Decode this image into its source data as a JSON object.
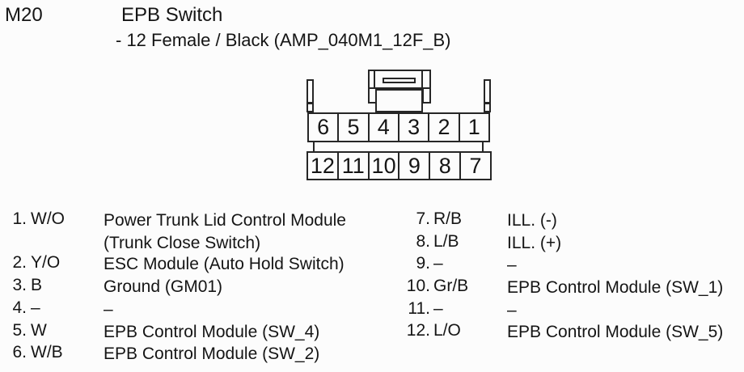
{
  "header": {
    "connector_id": "M20",
    "title": "EPB Switch",
    "subtitle": "- 12 Female / Black (AMP_040M1_12F_B)"
  },
  "connector": {
    "top_row_pins": [
      "6",
      "5",
      "4",
      "3",
      "2",
      "1"
    ],
    "bottom_row_pins": [
      "12",
      "11",
      "10",
      "9",
      "8",
      "7"
    ]
  },
  "pin_table": {
    "left": [
      {
        "pin": "1.",
        "color": "W/O",
        "desc": "Power Trunk Lid Control Module",
        "desc2": "(Trunk Close Switch)"
      },
      {
        "pin": "2.",
        "color": "Y/O",
        "desc": "ESC Module (Auto Hold Switch)"
      },
      {
        "pin": "3.",
        "color": "B",
        "desc": "Ground (GM01)"
      },
      {
        "pin": "4.",
        "color": "–",
        "desc": "–"
      },
      {
        "pin": "5.",
        "color": "W",
        "desc": "EPB Control Module (SW_4)"
      },
      {
        "pin": "6.",
        "color": "W/B",
        "desc": "EPB Control Module (SW_2)"
      }
    ],
    "right": [
      {
        "pin": "7.",
        "color": "R/B",
        "desc": "ILL. (-)"
      },
      {
        "pin": "8.",
        "color": "L/B",
        "desc": "ILL. (+)"
      },
      {
        "pin": "9.",
        "color": "–",
        "desc": "–"
      },
      {
        "pin": "10.",
        "color": "Gr/B",
        "desc": "EPB Control Module (SW_1)"
      },
      {
        "pin": "11.",
        "color": "–",
        "desc": "–"
      },
      {
        "pin": "12.",
        "color": "L/O",
        "desc": "EPB Control Module (SW_5)"
      }
    ]
  },
  "colors": {
    "background": "#fcfcfc",
    "text": "#151515",
    "line": "#262626"
  }
}
